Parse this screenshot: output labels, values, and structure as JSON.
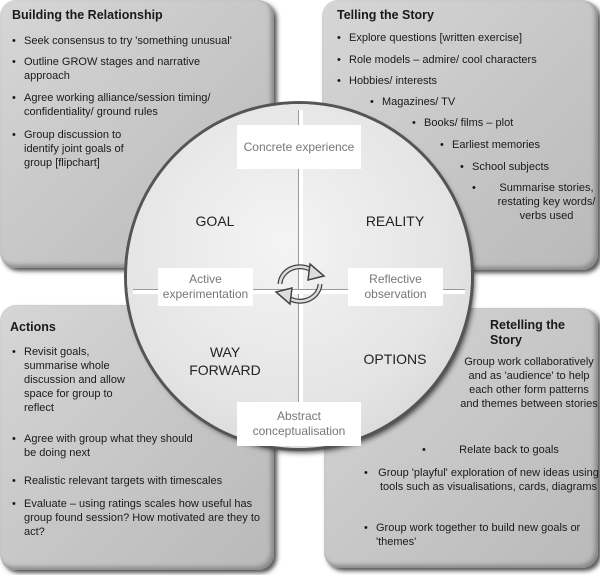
{
  "panels": {
    "building": {
      "title": "Building the Relationship",
      "items": [
        "Seek consensus to try 'something  unusual'",
        "Outline GROW stages and narrative approach",
        "Agree working alliance/session timing/ confidentiality/ ground rules",
        "Group discussion to identify joint goals of group [flipchart]"
      ]
    },
    "telling": {
      "title": "Telling the Story",
      "items": [
        "Explore questions [written exercise]",
        "Role models –  admire/ cool characters",
        "Hobbies/ interests",
        "Magazines/ TV",
        "Books/ films – plot",
        "Earliest memories",
        "School subjects",
        "Summarise stories, restating key words/ verbs used"
      ]
    },
    "actions": {
      "title": "Actions",
      "items": [
        "Revisit goals, summarise whole discussion and allow space for group to reflect",
        "Agree with group what they should be doing next",
        "Realistic relevant targets with timescales",
        "Evaluate – using ratings scales how useful has group found session?  How motivated are they to act?"
      ]
    },
    "retelling": {
      "title": "Retelling the Story",
      "items": [
        "Group work collaboratively and as 'audience' to help each other form patterns and themes between stories",
        "Relate back to goals",
        "Group 'playful' exploration of new ideas using tools such as visualisations, cards, diagrams",
        "Group work together to build new goals or 'themes'"
      ]
    }
  },
  "cycle": {
    "concrete": "Concrete experience",
    "reflective": "Reflective observation",
    "abstract": "Abstract conceptualisation",
    "active": "Active experimentation",
    "goal": "GOAL",
    "reality": "REALITY",
    "way_forward": "WAY FORWARD",
    "options": "OPTIONS"
  },
  "bullet": "•"
}
